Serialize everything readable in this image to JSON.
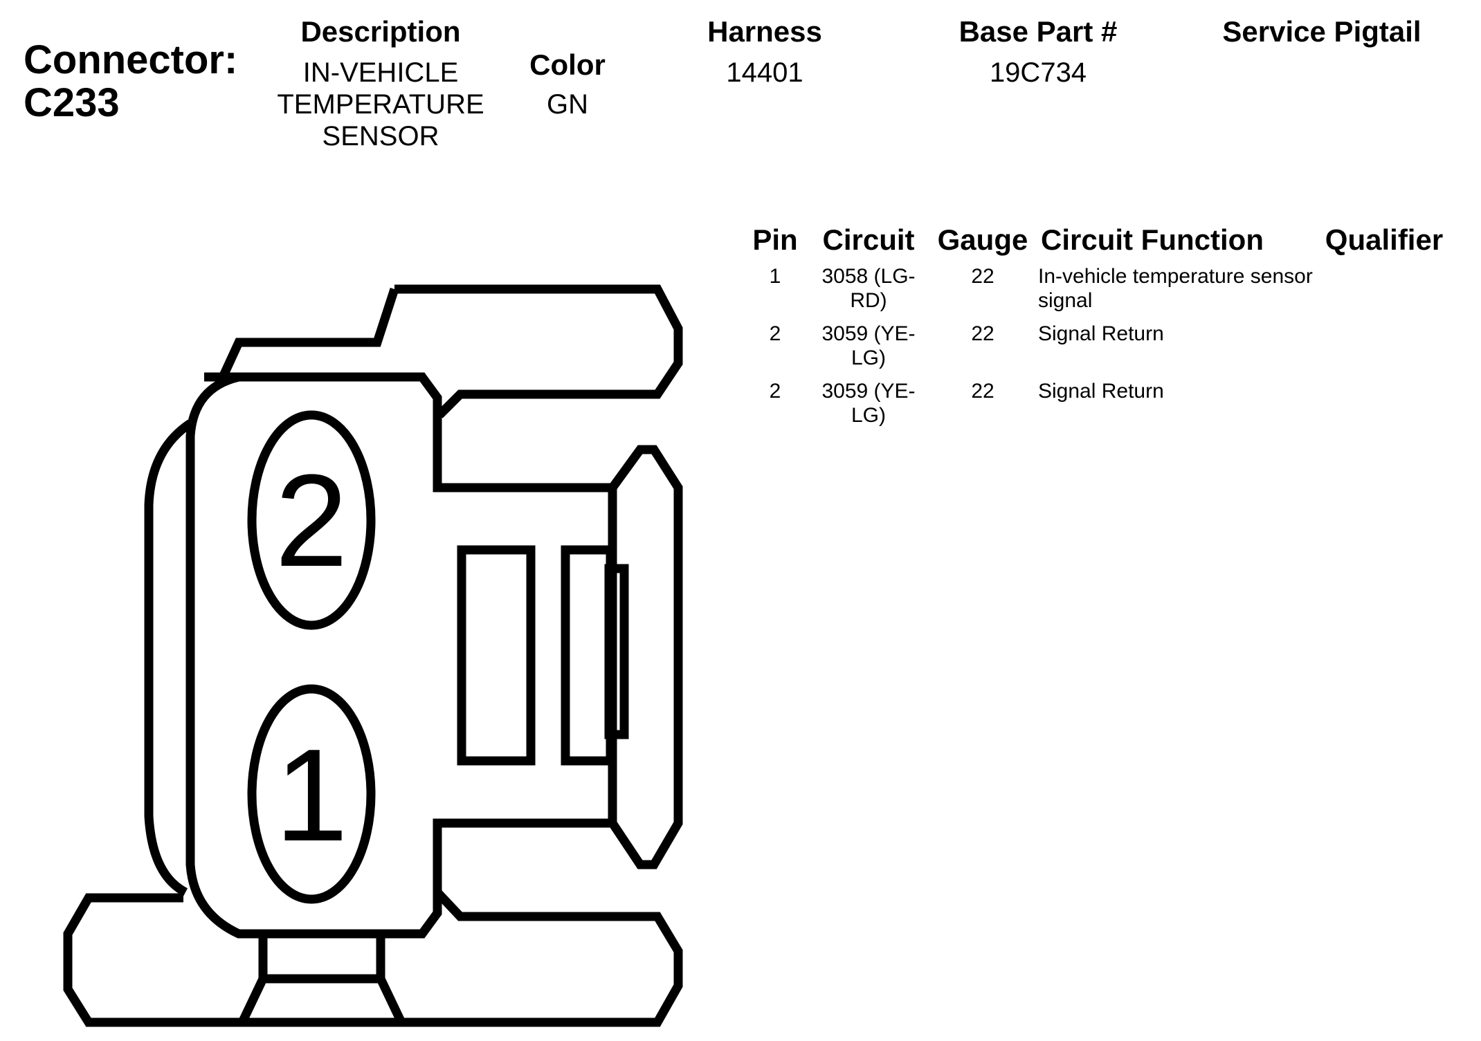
{
  "connector": {
    "label": "Connector:",
    "id": "C233"
  },
  "header": {
    "description_label": "Description",
    "description_lines": [
      "IN-VEHICLE",
      "TEMPERATURE",
      "SENSOR"
    ],
    "color_label": "Color",
    "color_value": "GN",
    "harness_label": "Harness",
    "harness_value": "14401",
    "base_part_label": "Base Part #",
    "base_part_value": "19C734",
    "service_pigtail_label": "Service Pigtail"
  },
  "pin_table": {
    "headers": [
      "Pin",
      "Circuit",
      "Gauge",
      "Circuit Function",
      "Qualifier"
    ],
    "rows": [
      {
        "pin": "1",
        "circuit": [
          "3058 (LG-",
          "RD)"
        ],
        "gauge": "22",
        "function": [
          "In-vehicle temperature sensor",
          "signal"
        ],
        "qualifier": ""
      },
      {
        "pin": "2",
        "circuit": [
          "3059 (YE-",
          "LG)"
        ],
        "gauge": "22",
        "function": [
          "Signal Return"
        ],
        "qualifier": ""
      },
      {
        "pin": "2",
        "circuit": [
          "3059 (YE-",
          "LG)"
        ],
        "gauge": "22",
        "function": [
          "Signal Return"
        ],
        "qualifier": ""
      }
    ]
  },
  "diagram": {
    "pin_labels": [
      "2",
      "1"
    ]
  }
}
